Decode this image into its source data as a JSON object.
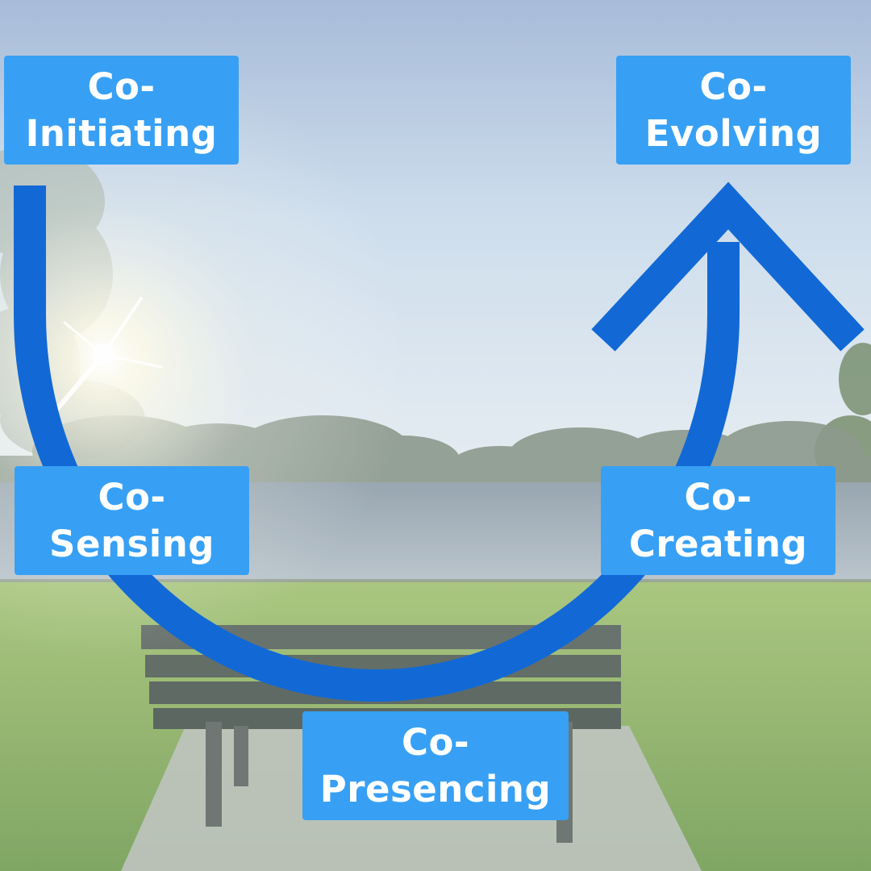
{
  "colors": {
    "arrow": "#1269d6",
    "label_bg": "#37a0f4",
    "label_text": "#ffffff"
  },
  "stages": [
    {
      "line1": "Co-",
      "line2": "Initiating"
    },
    {
      "line1": "Co-",
      "line2": "Sensing"
    },
    {
      "line1": "Co-",
      "line2": "Presencing"
    },
    {
      "line1": "Co-",
      "line2": "Creating"
    },
    {
      "line1": "Co-",
      "line2": "Evolving"
    }
  ]
}
